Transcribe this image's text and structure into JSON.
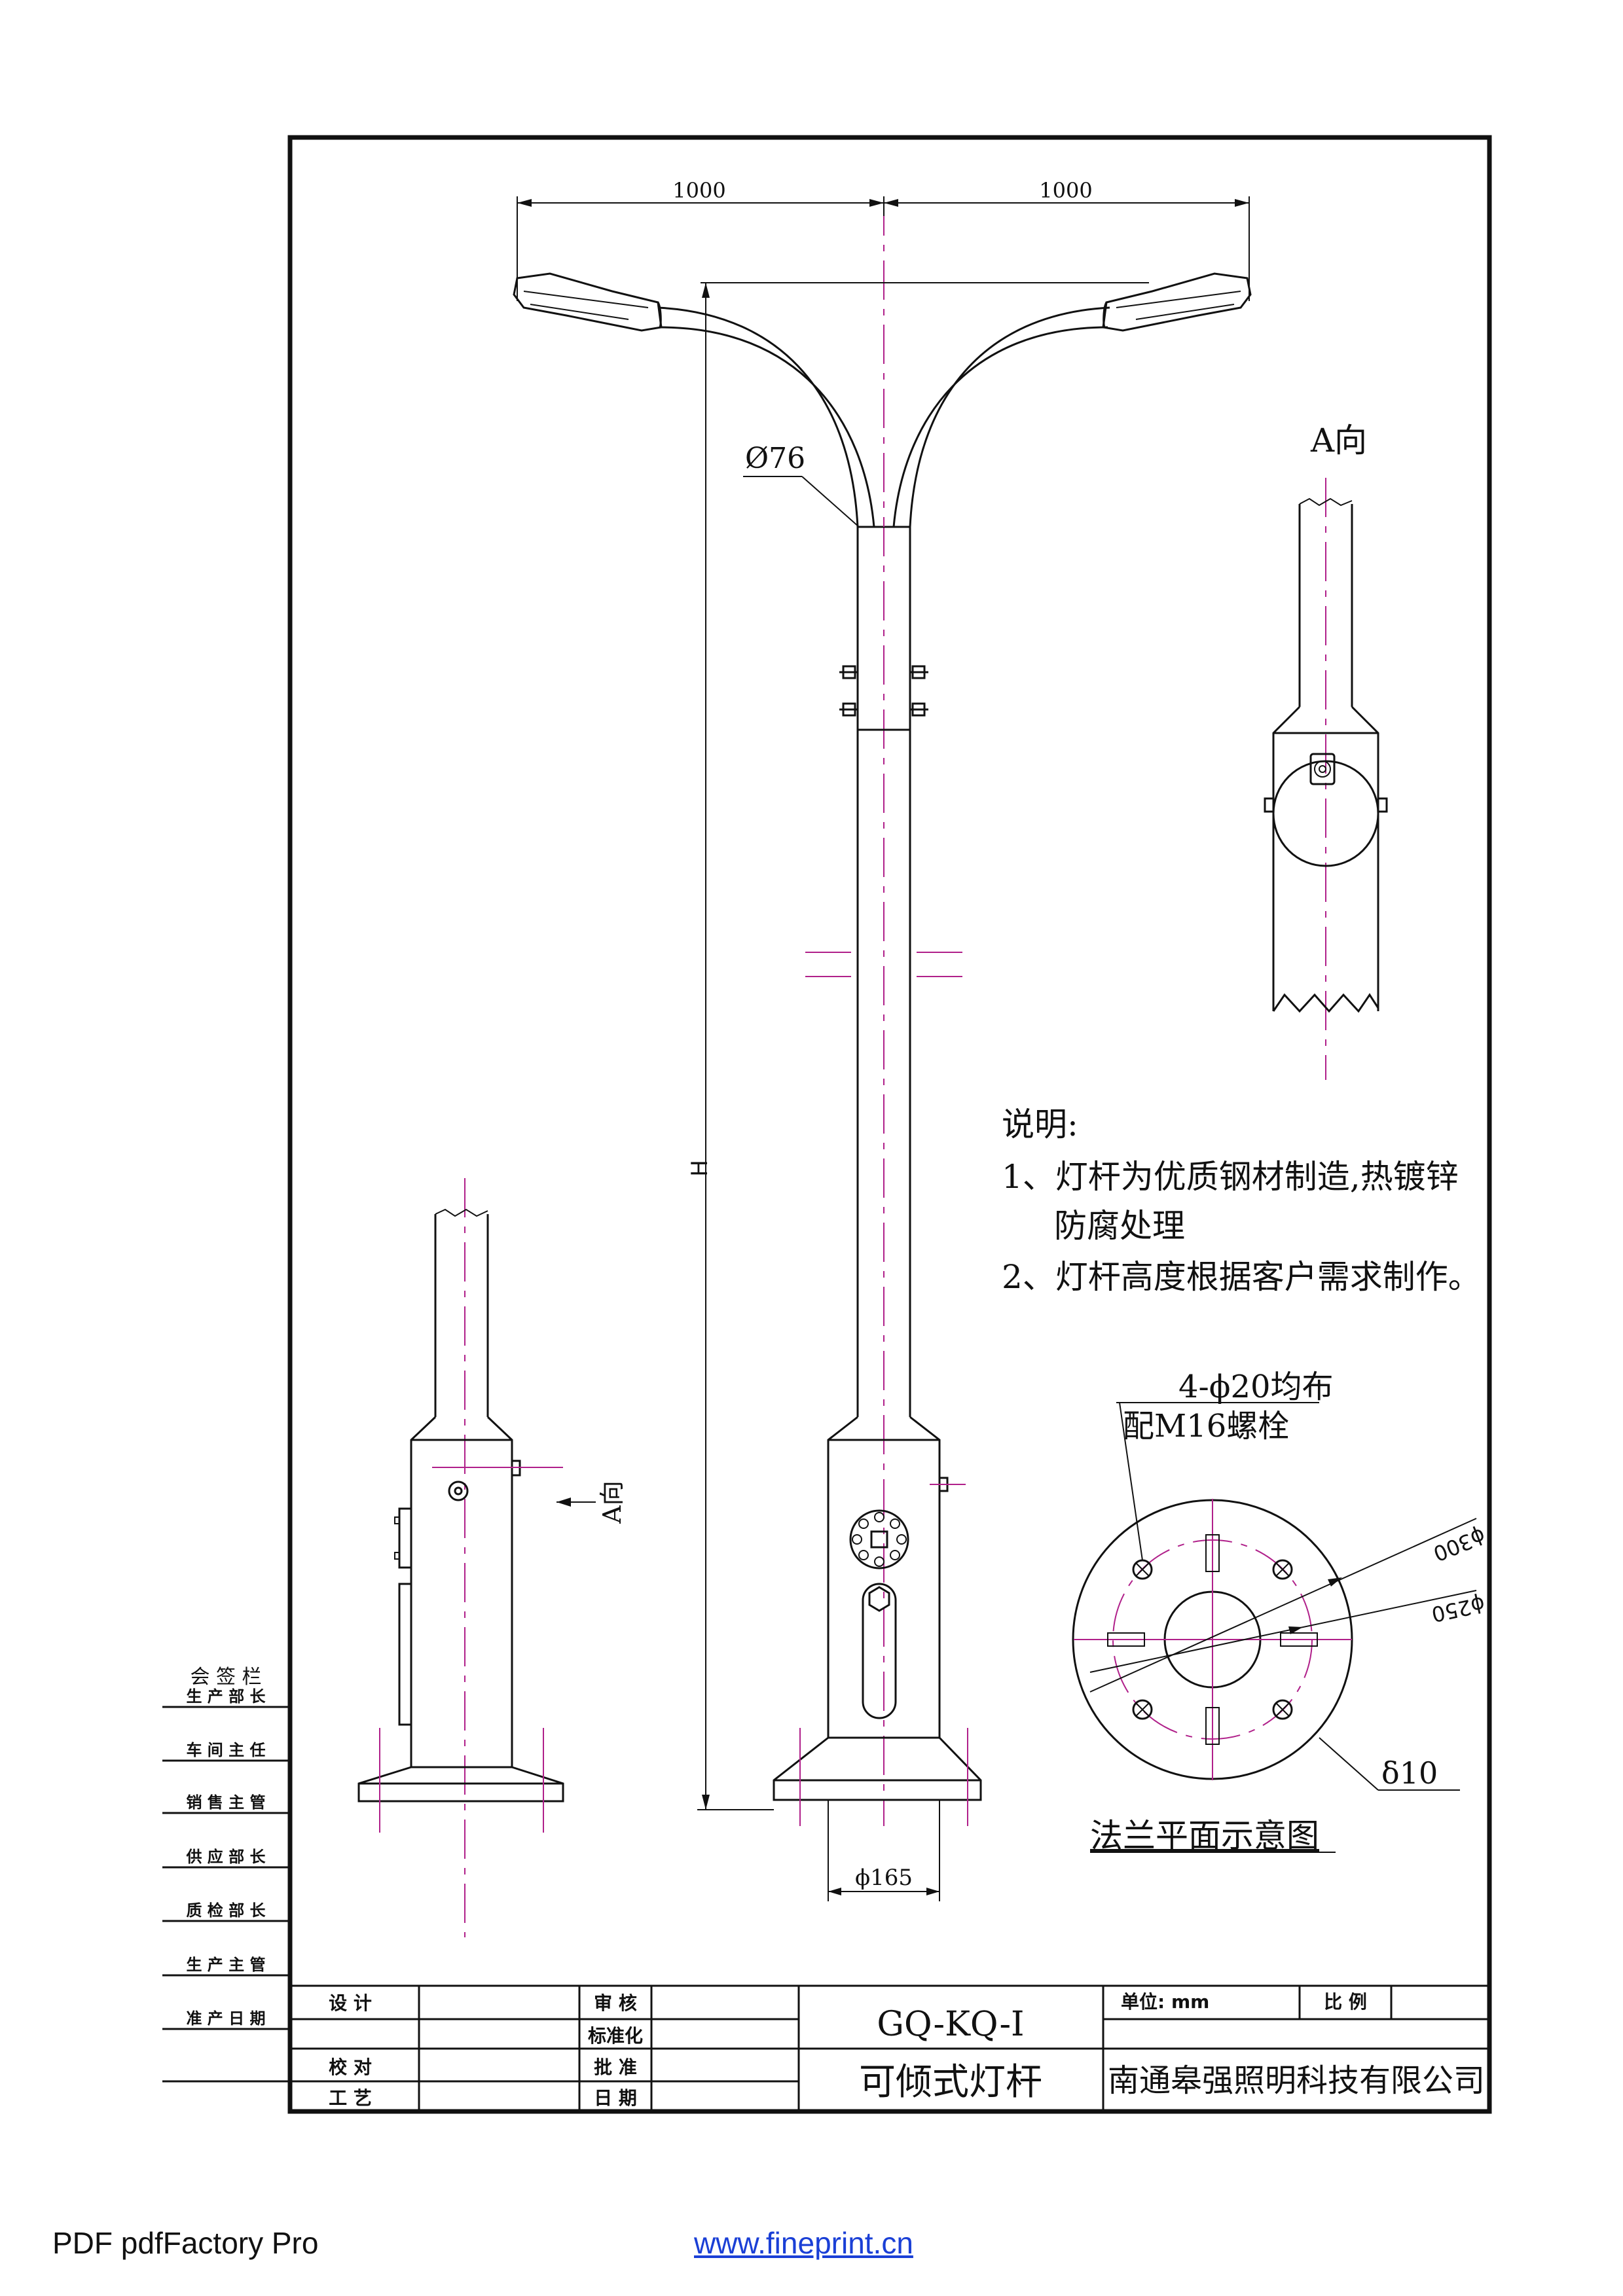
{
  "dimensions": {
    "arm_left": "1000",
    "arm_right": "1000",
    "tube_diameter": "Ø76",
    "height": "H",
    "base_diameter": "ϕ165",
    "flange_outer": "ϕ300",
    "flange_bolt_circle": "ϕ250",
    "flange_thickness": "δ10",
    "holes": "4-ϕ20均布",
    "bolts": "配M16螺栓"
  },
  "views": {
    "view_a_title": "A向",
    "side_arrow_label": "A向",
    "flange_title": "法兰平面示意图"
  },
  "notes": {
    "heading": "说明:",
    "line1": "1、灯杆为优质钢材制造,热镀锌",
    "line1b": "防腐处理",
    "line2": "2、灯杆高度根据客户需求制作。"
  },
  "sign_column": {
    "title": "会 签 栏",
    "rows": [
      "生 产 部 长",
      "车 间 主 任",
      "销 售 主 管",
      "供 应 部 长",
      "质 检 部 长",
      "生 产 主 管",
      "准 产 日 期"
    ]
  },
  "title_block": {
    "design": "设 计",
    "check": "校 对",
    "craft": "工 艺",
    "review": "审 核",
    "standard": "标准化",
    "approve": "批 准",
    "date": "日 期",
    "drawing_no": "GQ-KQ-I",
    "product_name": "可倾式灯杆",
    "unit": "单位: mm",
    "scale": "比 例",
    "company": "南通皋强照明科技有限公司"
  },
  "footer": {
    "left": "PDF  pdfFactory Pro",
    "link": "www.fineprint.cn"
  }
}
